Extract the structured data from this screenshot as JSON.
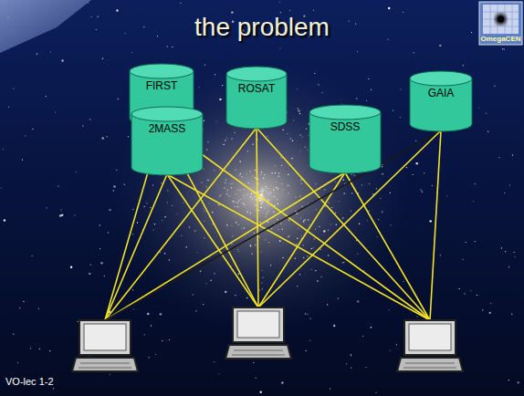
{
  "diagram": {
    "title": "the problem",
    "nodes": [
      {
        "text": [
          "FIRST"
        ]
      },
      {
        "text": [
          "2MASS"
        ]
      },
      {
        "text": [
          "ROSAT"
        ]
      },
      {
        "text": [
          "SDSS"
        ]
      },
      {
        "text": [
          "GAIA"
        ]
      },
      {
        "text": []
      },
      {
        "text": []
      },
      {
        "text": []
      }
    ],
    "edges": [
      {
        "from": 0,
        "to": 5,
        "arrow": "none"
      },
      {
        "from": 0,
        "to": 6,
        "arrow": "none"
      },
      {
        "from": 0,
        "to": 7,
        "arrow": "none"
      },
      {
        "from": 1,
        "to": 5,
        "arrow": "none"
      },
      {
        "from": 1,
        "to": 6,
        "arrow": "none"
      },
      {
        "from": 1,
        "to": 7,
        "arrow": "none"
      },
      {
        "from": 2,
        "to": 5,
        "arrow": "none"
      },
      {
        "from": 2,
        "to": 6,
        "arrow": "none"
      },
      {
        "from": 2,
        "to": 7,
        "arrow": "none"
      },
      {
        "from": 3,
        "to": 5,
        "arrow": "none"
      },
      {
        "from": 3,
        "to": 6,
        "arrow": "none"
      },
      {
        "from": 3,
        "to": 7,
        "arrow": "none"
      },
      {
        "from": 4,
        "to": 5,
        "arrow": "none"
      },
      {
        "from": 4,
        "to": 6,
        "arrow": "none"
      },
      {
        "from": 4,
        "to": 7,
        "arrow": "none"
      }
    ],
    "labels": [
      "OmegaCEN",
      "VO-lec 1-2"
    ]
  }
}
